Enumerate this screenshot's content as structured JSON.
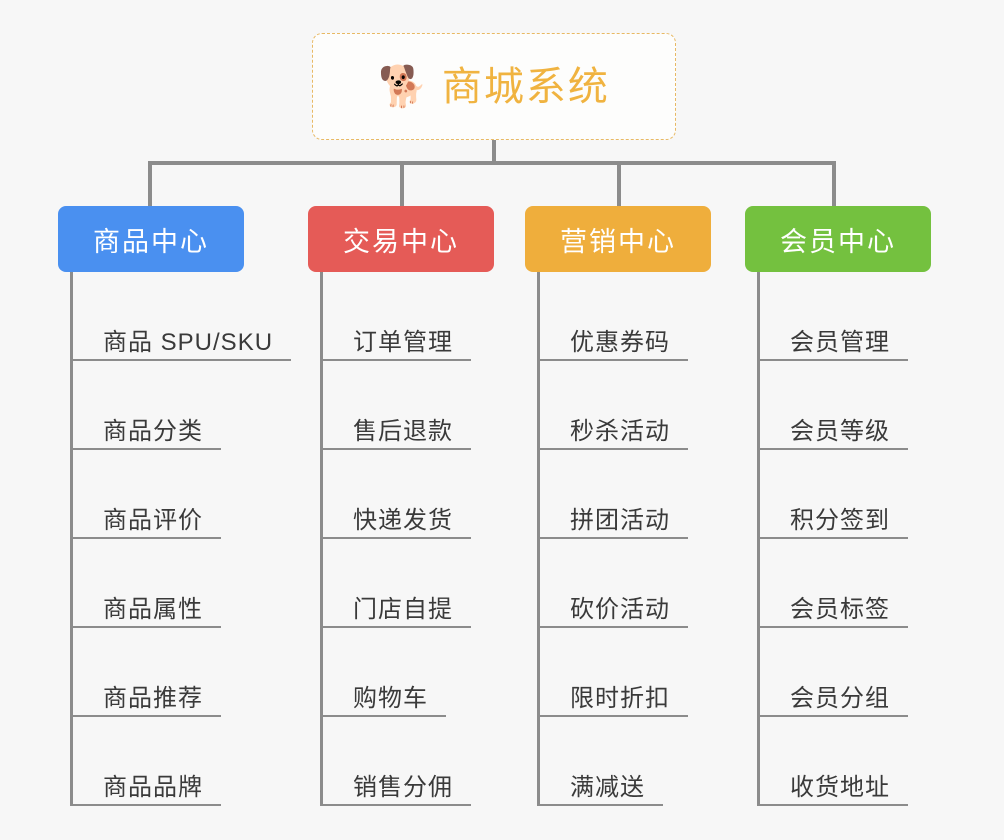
{
  "page": {
    "background_color": "#f7f7f7",
    "title": "商城系统"
  },
  "root": {
    "icon": "shiba-dog-face-emoji",
    "emoji": "🐕",
    "label": "商城系统",
    "text_color": "#f0b340",
    "border_color": "#e8b964",
    "background_color": "#fdfdfc"
  },
  "connector_color": "#8c8c8c",
  "branches": [
    {
      "label": "商品中心",
      "color": "#4a90f0",
      "items": [
        "商品 SPU/SKU",
        "商品分类",
        "商品评价",
        "商品属性",
        "商品推荐",
        "商品品牌"
      ]
    },
    {
      "label": "交易中心",
      "color": "#e55b57",
      "items": [
        "订单管理",
        "售后退款",
        "快递发货",
        "门店自提",
        "购物车",
        "销售分佣"
      ]
    },
    {
      "label": "营销中心",
      "color": "#efae3c",
      "items": [
        "优惠券码",
        "秒杀活动",
        "拼团活动",
        "砍价活动",
        "限时折扣",
        "满减送"
      ]
    },
    {
      "label": "会员中心",
      "color": "#74c13f",
      "items": [
        "会员管理",
        "会员等级",
        "积分签到",
        "会员标签",
        "会员分组",
        "收货地址"
      ]
    }
  ]
}
